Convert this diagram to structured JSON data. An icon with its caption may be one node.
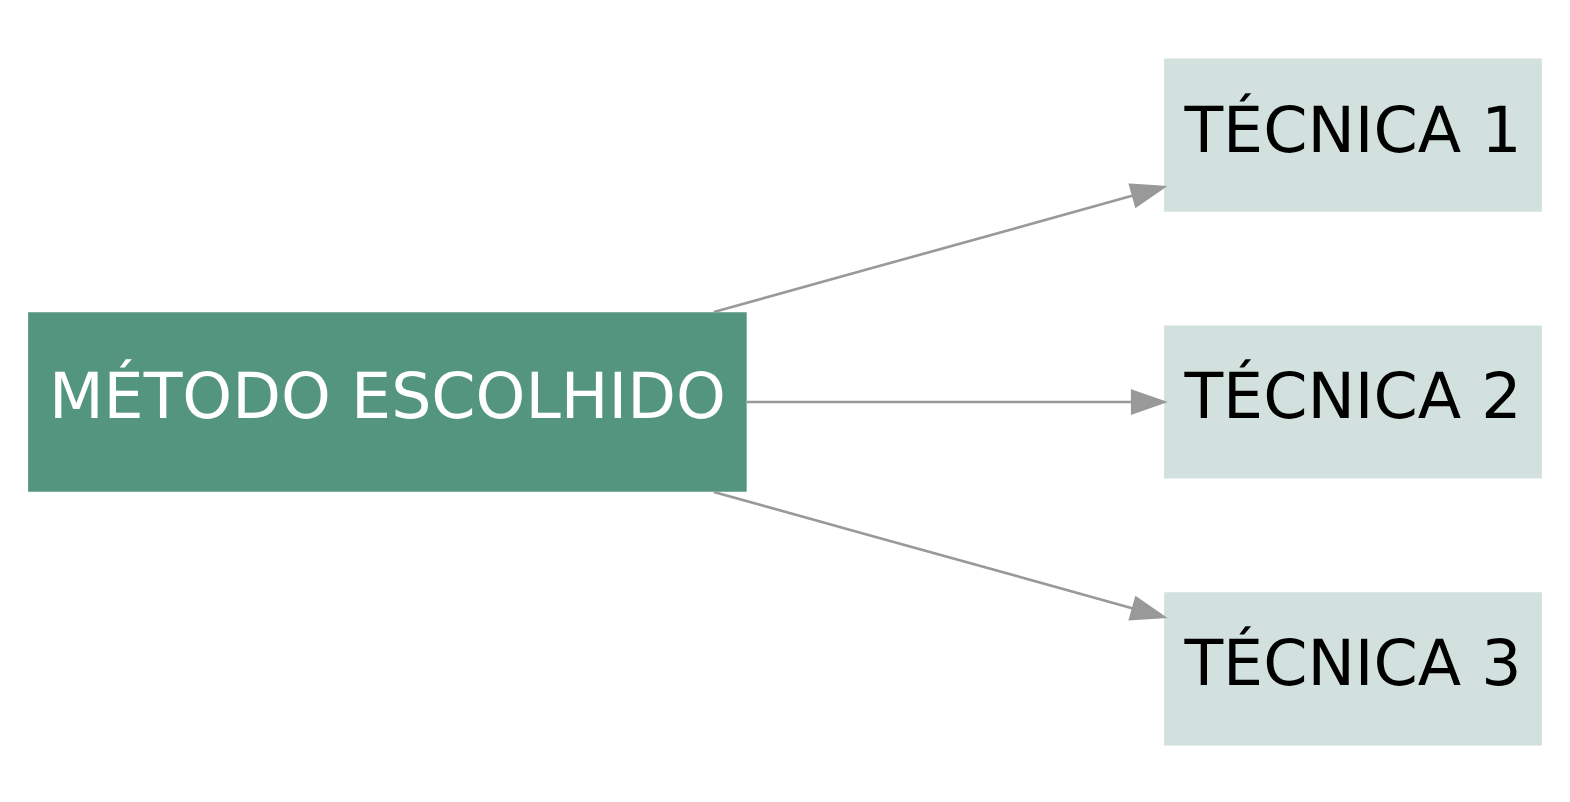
{
  "diagram": {
    "nodes": [
      {
        "text": [
          "MÉTODO ESCOLHIDO"
        ]
      },
      {
        "text": [
          "TÉCNICA 1"
        ]
      },
      {
        "text": [
          "TÉCNICA 2"
        ]
      },
      {
        "text": [
          "TÉCNICA 3"
        ]
      }
    ],
    "edges": [
      {
        "from": 0,
        "to": 1,
        "arrow": "to"
      },
      {
        "from": 0,
        "to": 2,
        "arrow": "to"
      },
      {
        "from": 0,
        "to": 3,
        "arrow": "to"
      }
    ]
  }
}
